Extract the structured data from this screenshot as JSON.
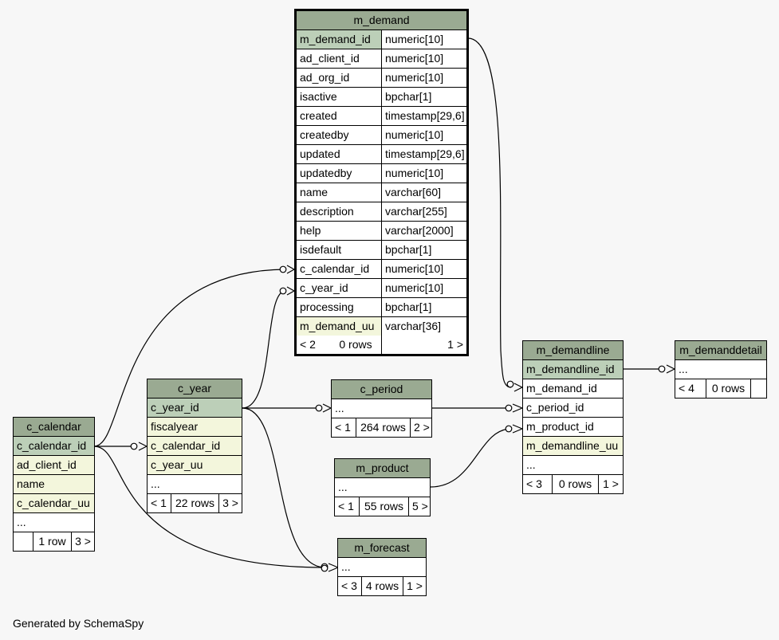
{
  "tables": {
    "m_demand": {
      "title": "m_demand",
      "columns": [
        {
          "name": "m_demand_id",
          "type": "numeric[10]"
        },
        {
          "name": "ad_client_id",
          "type": "numeric[10]"
        },
        {
          "name": "ad_org_id",
          "type": "numeric[10]"
        },
        {
          "name": "isactive",
          "type": "bpchar[1]"
        },
        {
          "name": "created",
          "type": "timestamp[29,6]"
        },
        {
          "name": "createdby",
          "type": "numeric[10]"
        },
        {
          "name": "updated",
          "type": "timestamp[29,6]"
        },
        {
          "name": "updatedby",
          "type": "numeric[10]"
        },
        {
          "name": "name",
          "type": "varchar[60]"
        },
        {
          "name": "description",
          "type": "varchar[255]"
        },
        {
          "name": "help",
          "type": "varchar[2000]"
        },
        {
          "name": "isdefault",
          "type": "bpchar[1]"
        },
        {
          "name": "c_calendar_id",
          "type": "numeric[10]"
        },
        {
          "name": "c_year_id",
          "type": "numeric[10]"
        },
        {
          "name": "processing",
          "type": "bpchar[1]"
        },
        {
          "name": "m_demand_uu",
          "type": "varchar[36]"
        }
      ],
      "footer": {
        "parents": "< 2",
        "rows": "0 rows",
        "children": "1 >"
      }
    },
    "m_demandline": {
      "title": "m_demandline",
      "columns": [
        "m_demandline_id",
        "m_demand_id",
        "c_period_id",
        "m_product_id",
        "m_demandline_uu",
        "..."
      ],
      "footer": {
        "parents": "< 3",
        "rows": "0 rows",
        "children": "1 >"
      }
    },
    "m_demanddetail": {
      "title": "m_demanddetail",
      "columns": [
        "..."
      ],
      "footer": {
        "parents": "< 4",
        "rows": "0 rows",
        "children": ""
      }
    },
    "c_period": {
      "title": "c_period",
      "columns": [
        "..."
      ],
      "footer": {
        "parents": "< 1",
        "rows": "264 rows",
        "children": "2 >"
      }
    },
    "m_product": {
      "title": "m_product",
      "columns": [
        "..."
      ],
      "footer": {
        "parents": "< 1",
        "rows": "55 rows",
        "children": "5 >"
      }
    },
    "c_year": {
      "title": "c_year",
      "columns": [
        "c_year_id",
        "fiscalyear",
        "c_calendar_id",
        "c_year_uu",
        "..."
      ],
      "footer": {
        "parents": "< 1",
        "rows": "22 rows",
        "children": "3 >"
      }
    },
    "c_calendar": {
      "title": "c_calendar",
      "columns": [
        "c_calendar_id",
        "ad_client_id",
        "name",
        "c_calendar_uu",
        "..."
      ],
      "footer": {
        "parents": "",
        "rows": "1 row",
        "children": "3 >"
      }
    },
    "m_forecast": {
      "title": "m_forecast",
      "columns": [
        "..."
      ],
      "footer": {
        "parents": "< 3",
        "rows": "4 rows",
        "children": "1 >"
      }
    }
  },
  "colors": {
    "header": "#9aaa92",
    "primary_key": "#bccfb8",
    "foreign_key": "#f3f6dc",
    "background": "#f7f7f7"
  },
  "footer_text": "Generated by SchemaSpy"
}
